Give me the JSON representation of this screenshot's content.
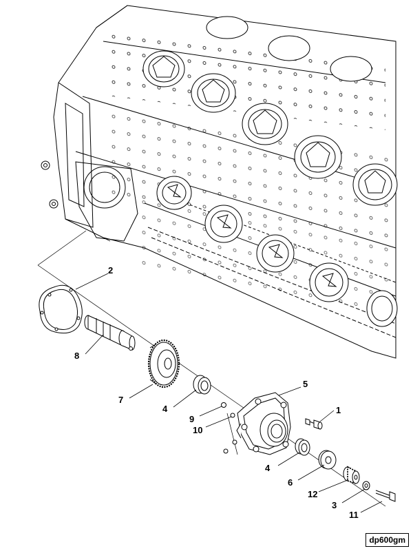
{
  "figure_ref": "dp600gm",
  "callouts": {
    "c1": "1",
    "c2": "2",
    "c3": "3",
    "c4a": "4",
    "c4b": "4",
    "c5": "5",
    "c6": "6",
    "c7": "7",
    "c8": "8",
    "c9": "9",
    "c10": "10",
    "c11": "11",
    "c12": "12"
  }
}
